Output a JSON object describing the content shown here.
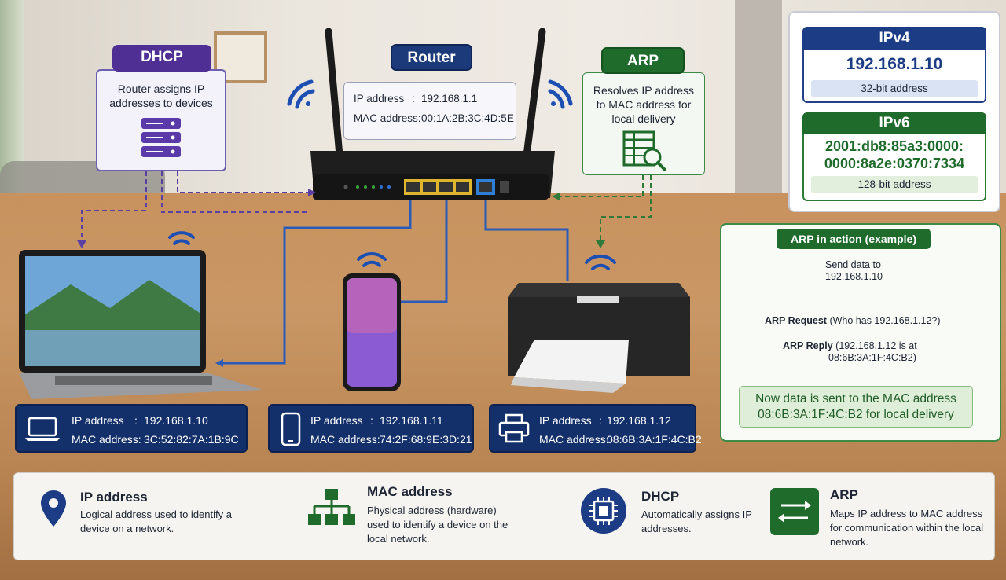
{
  "dhcp": {
    "tag": "DHCP",
    "text": "Router assigns IP addresses to devices"
  },
  "router": {
    "tag": "Router",
    "ip_label": "IP address",
    "ip_value": "192.168.1.1",
    "mac_label": "MAC address:",
    "mac_value": "00:1A:2B:3C:4D:5E"
  },
  "arp": {
    "tag": "ARP",
    "text": "Resolves IP address to MAC address for local delivery"
  },
  "ipv4": {
    "title": "IPv4",
    "address": "192.168.1.10",
    "note": "32-bit address"
  },
  "ipv6": {
    "title": "IPv6",
    "address_line1": "2001:db8:85a3:0000:",
    "address_line2": "0000:8a2e:0370:7334",
    "note": "128-bit address"
  },
  "arp_action": {
    "title": "ARP in action (example)",
    "send_line1": "Send data to",
    "send_line2": "192.168.1.10",
    "request_bold": "ARP Request",
    "request_rest": "(Who has 192.168.1.12?)",
    "reply_bold": "ARP Reply",
    "reply_rest": "(192.168.1.12 is at",
    "reply_line2": "08:6B:3A:1F:4C:B2)",
    "final_line1": "Now data is sent to the MAC address",
    "final_line2": "08:6B:3A:1F:4C:B2 for local delivery"
  },
  "devices": [
    {
      "ip_label": "IP address",
      "ip_value": "192.168.1.10",
      "mac_label": "MAC address:",
      "mac_value": "3C:52:82:7A:1B:9C"
    },
    {
      "ip_label": "IP address",
      "ip_value": "192.168.1.11",
      "mac_label": "MAC address:",
      "mac_value": "74:2F:68:9E:3D:21"
    },
    {
      "ip_label": "IP address",
      "ip_value": "192.168.1.12",
      "mac_label": "MAC address:",
      "mac_value": "08:6B:3A:1F:4C:B2"
    }
  ],
  "legend": [
    {
      "title": "IP address",
      "desc": "Logical address used to identify a device on a network."
    },
    {
      "title": "MAC address",
      "desc": "Physical address (hardware) used to identify a device on the local network."
    },
    {
      "title": "DHCP",
      "desc": "Automatically assigns IP addresses."
    },
    {
      "title": "ARP",
      "desc": "Maps IP address to MAC address for communication within the local network."
    }
  ],
  "colors": {
    "dhcp": "#4f2f94",
    "router": "#1c3a7a",
    "arp": "#1f6b2b",
    "link": "#2a5bb8"
  }
}
